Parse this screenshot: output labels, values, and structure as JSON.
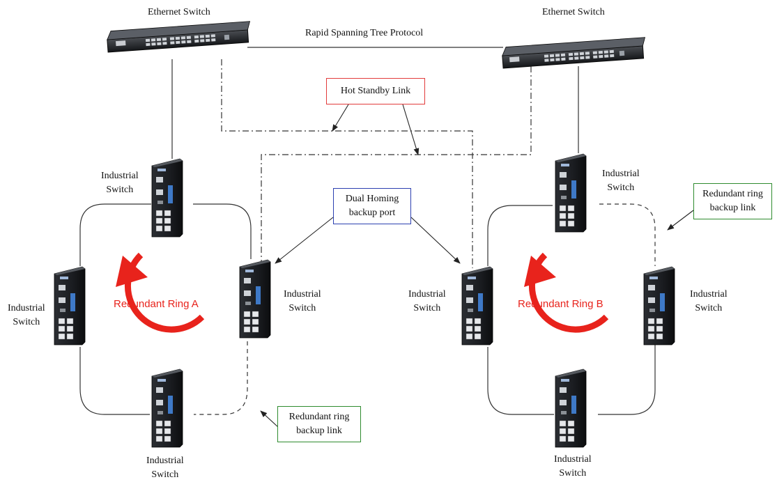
{
  "diagram": {
    "ethernet_switch_left": "Ethernet Switch",
    "ethernet_switch_right": "Ethernet Switch",
    "rstp_label": "Rapid Spanning Tree Protocol",
    "hot_standby_label": "Hot Standby Link",
    "dual_homing_line1": "Dual Homing",
    "dual_homing_line2": "backup port",
    "ring_a_label": "Redundant Ring A",
    "ring_b_label": "Redundant Ring B",
    "backup_link_left_line1": "Redundant ring",
    "backup_link_left_line2": "backup link",
    "backup_link_right_line1": "Redundant ring",
    "backup_link_right_line2": "backup link",
    "industrial_line1": "Industrial",
    "industrial_line2": "Switch"
  },
  "colors": {
    "ring_arrow": "#e8231c",
    "hot_standby_border": "#e23b3b",
    "dual_homing_border": "#2b3fb0",
    "backup_link_border": "#2e8b2e",
    "device_body": "#1c1f24"
  }
}
